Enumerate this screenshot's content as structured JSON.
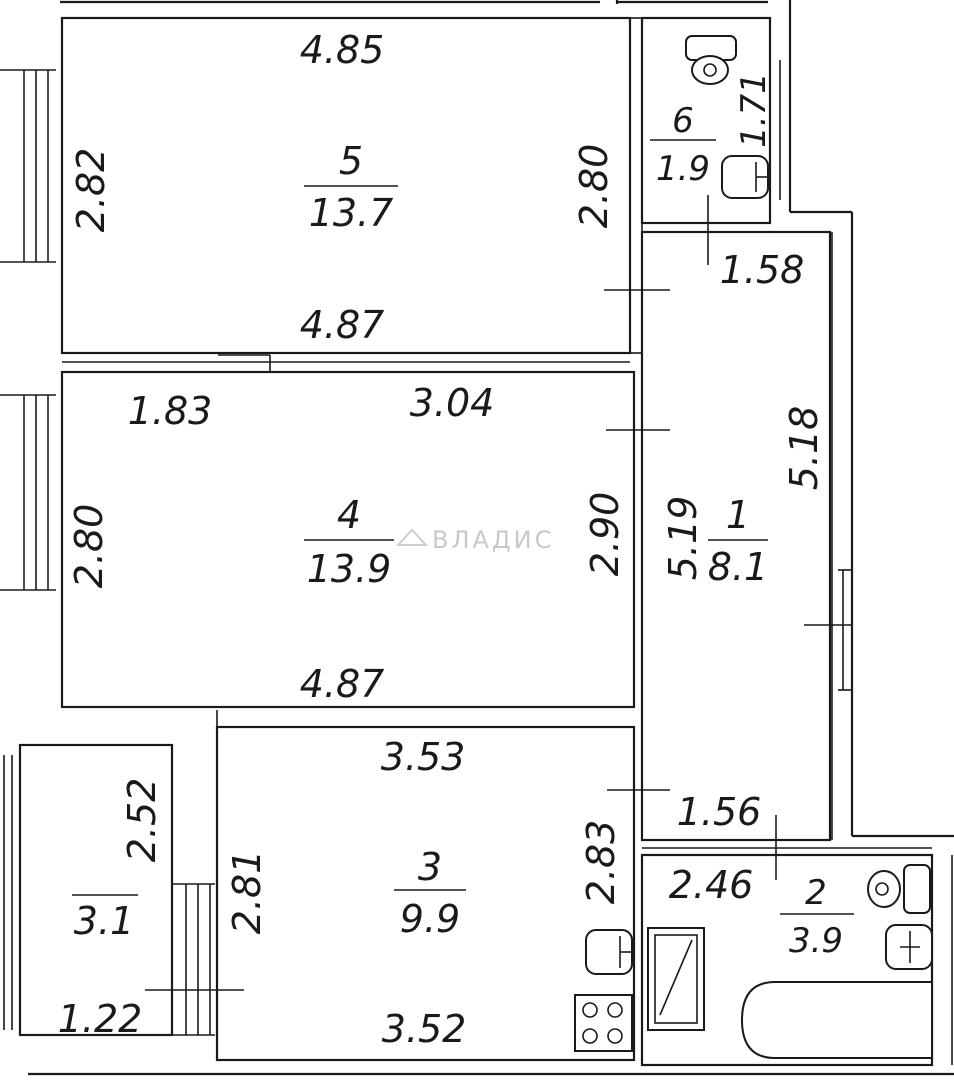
{
  "watermark": "ВЛАДИС",
  "rooms": [
    {
      "number": "1",
      "area": "8.1"
    },
    {
      "number": "2",
      "area": "3.9"
    },
    {
      "number": "3",
      "area": "9.9"
    },
    {
      "number": "4",
      "area": "13.9"
    },
    {
      "number": "5",
      "area": "13.7"
    },
    {
      "number": "6",
      "area": "1.9"
    }
  ],
  "balcony": {
    "area": "3.1"
  },
  "dimensions": {
    "room5_top": "4.85",
    "room5_bottom": "4.87",
    "room5_left": "2.82",
    "room5_right": "2.80",
    "room6_side": "1.71",
    "corridor_top": "1.58",
    "corridor_right": "5.18",
    "corridor_left": "5.19",
    "room4_top_left": "1.83",
    "room4_top_right": "3.04",
    "room4_left": "2.80",
    "room4_right": "2.90",
    "room4_bottom": "4.87",
    "room3_top": "3.53",
    "room3_bottom": "3.52",
    "room3_left": "2.81",
    "room3_right": "2.83",
    "corridor_bottom": "1.56",
    "bath_top": "2.46",
    "balcony_side": "2.52",
    "balcony_bottom": "1.22"
  }
}
